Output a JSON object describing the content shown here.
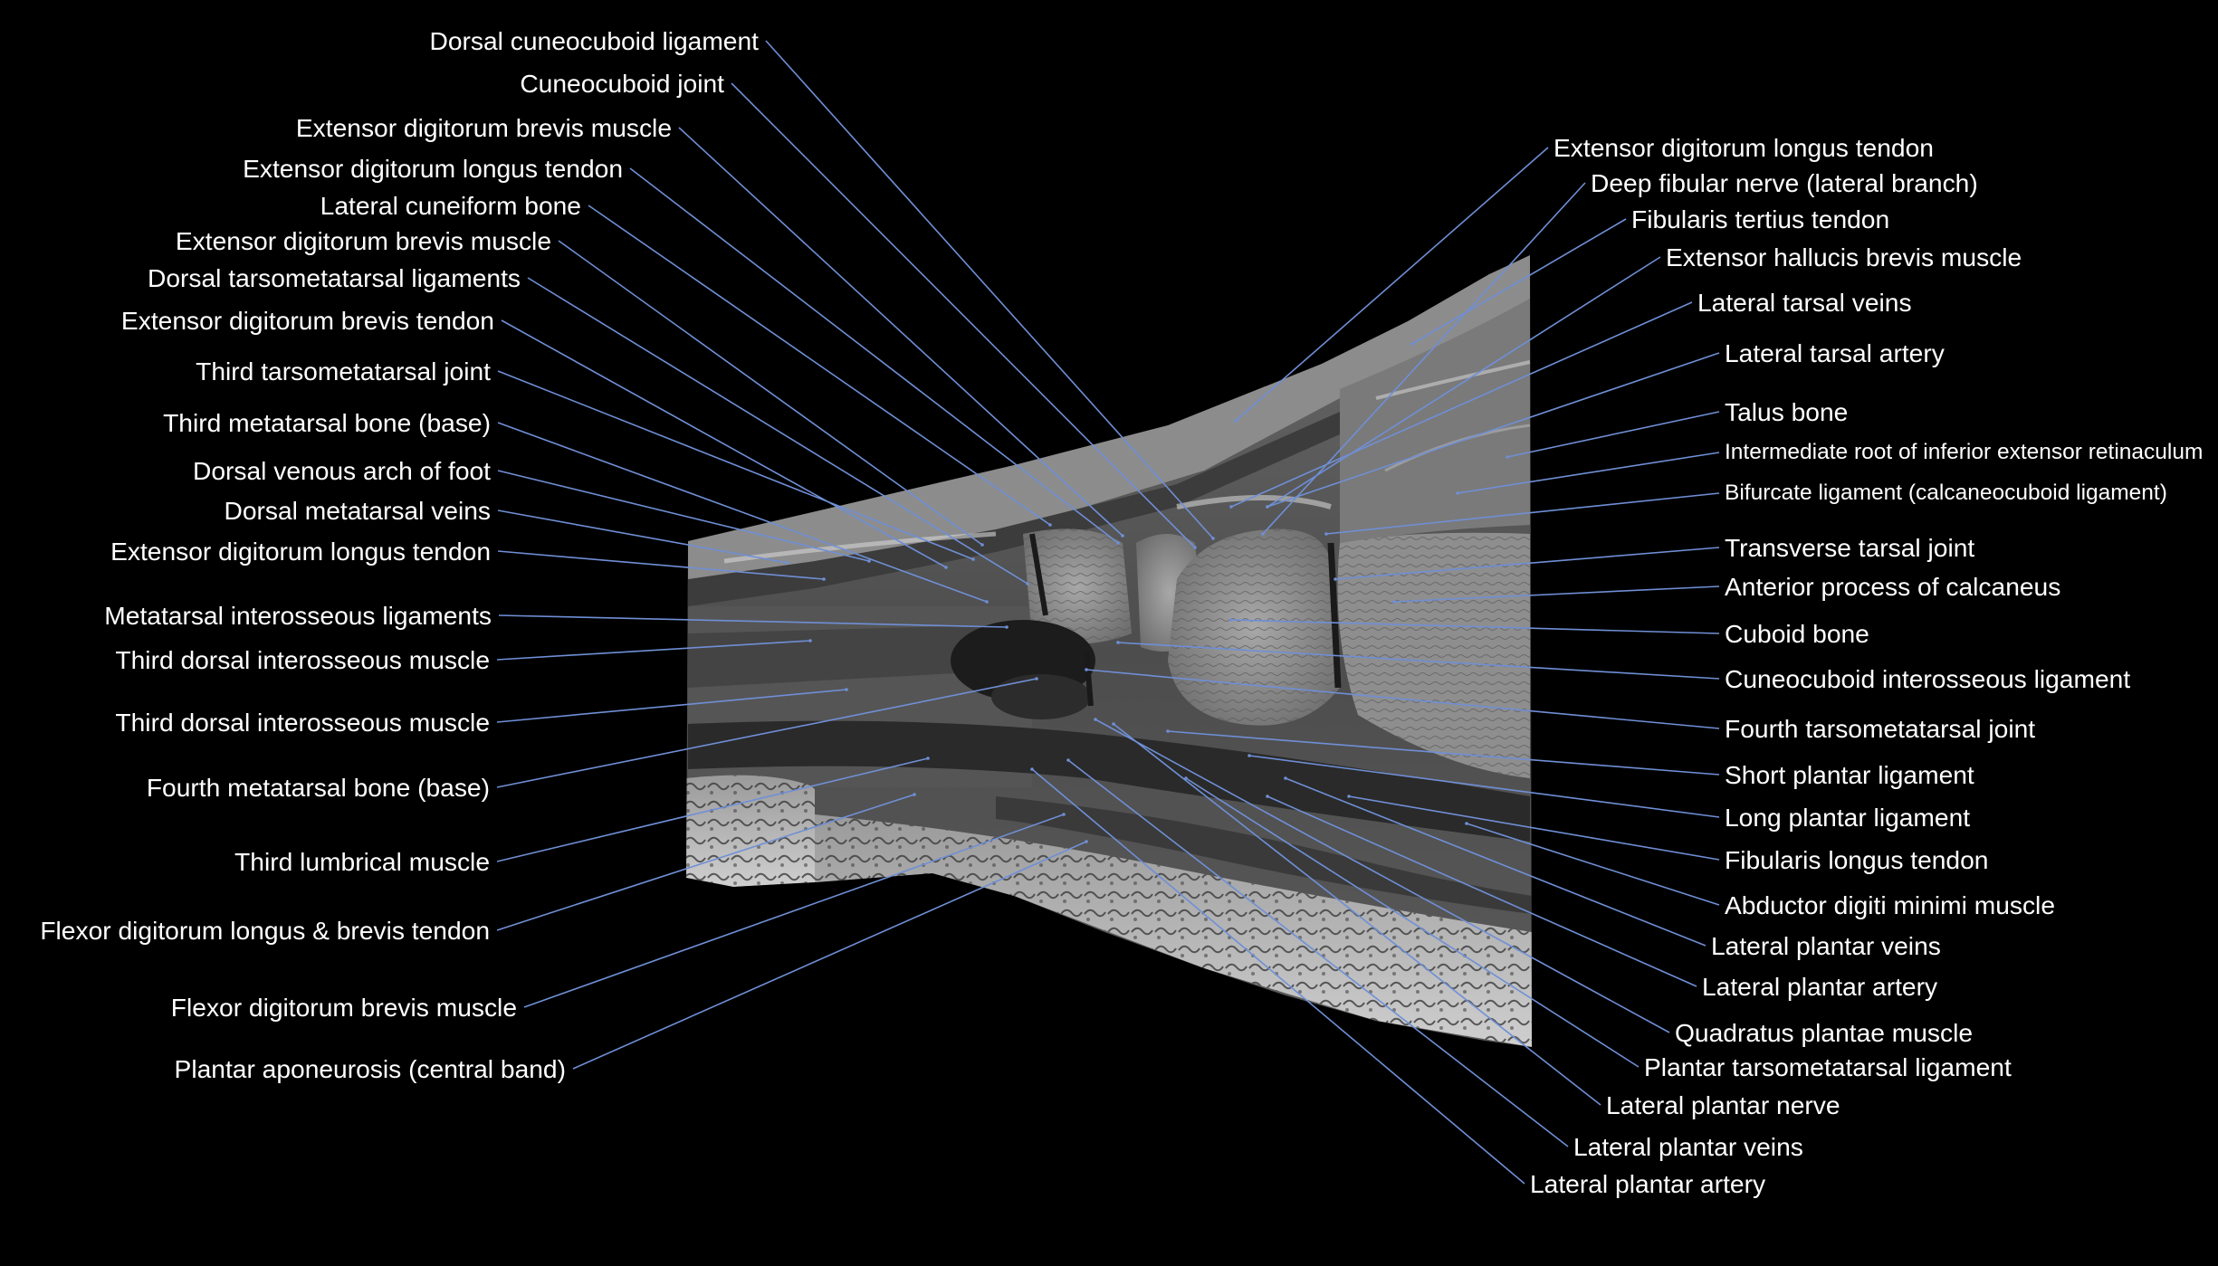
{
  "image": {
    "description_icon": "mri-foot-sagittal-slice-icon",
    "colors": {
      "background": "#000000",
      "leader_line": "#6f8fd6",
      "label_text": "#ffffff"
    }
  },
  "labels_left": [
    "Dorsal cuneocuboid ligament",
    "Cuneocuboid joint",
    "Extensor digitorum brevis muscle",
    "Extensor digitorum longus tendon",
    "Lateral cuneiform bone",
    "Extensor digitorum brevis muscle",
    "Dorsal tarsometatarsal ligaments",
    "Extensor digitorum brevis tendon",
    "Third tarsometatarsal joint",
    "Third metatarsal bone (base)",
    "Dorsal venous arch of foot",
    "Dorsal metatarsal veins",
    "Extensor digitorum longus tendon",
    "Metatarsal interosseous ligaments",
    "Third dorsal interosseous muscle",
    "Third dorsal interosseous muscle",
    "Fourth metatarsal bone (base)",
    "Third lumbrical muscle",
    "Flexor digitorum longus & brevis tendon",
    "Flexor digitorum brevis muscle",
    "Plantar aponeurosis (central band)"
  ],
  "labels_right": [
    "Extensor digitorum longus tendon",
    "Deep fibular nerve (lateral branch)",
    "Fibularis tertius tendon",
    "Extensor hallucis brevis muscle",
    "Lateral tarsal veins",
    "Lateral tarsal artery",
    "Talus bone",
    "Intermediate root of inferior extensor retinaculum",
    "Bifurcate ligament (calcaneocuboid ligament)",
    "Transverse tarsal joint",
    "Anterior process of calcaneus",
    "Cuboid bone",
    "Cuneocuboid interosseous ligament",
    "Fourth tarsometatarsal joint",
    "Short plantar ligament",
    "Long plantar ligament",
    "Fibularis longus tendon",
    "Abductor digiti minimi muscle",
    "Lateral plantar veins",
    "Lateral plantar artery",
    "Quadratus plantae muscle",
    "Plantar tarsometatarsal ligament",
    "Lateral plantar nerve",
    "Lateral plantar veins",
    "Lateral plantar artery"
  ]
}
